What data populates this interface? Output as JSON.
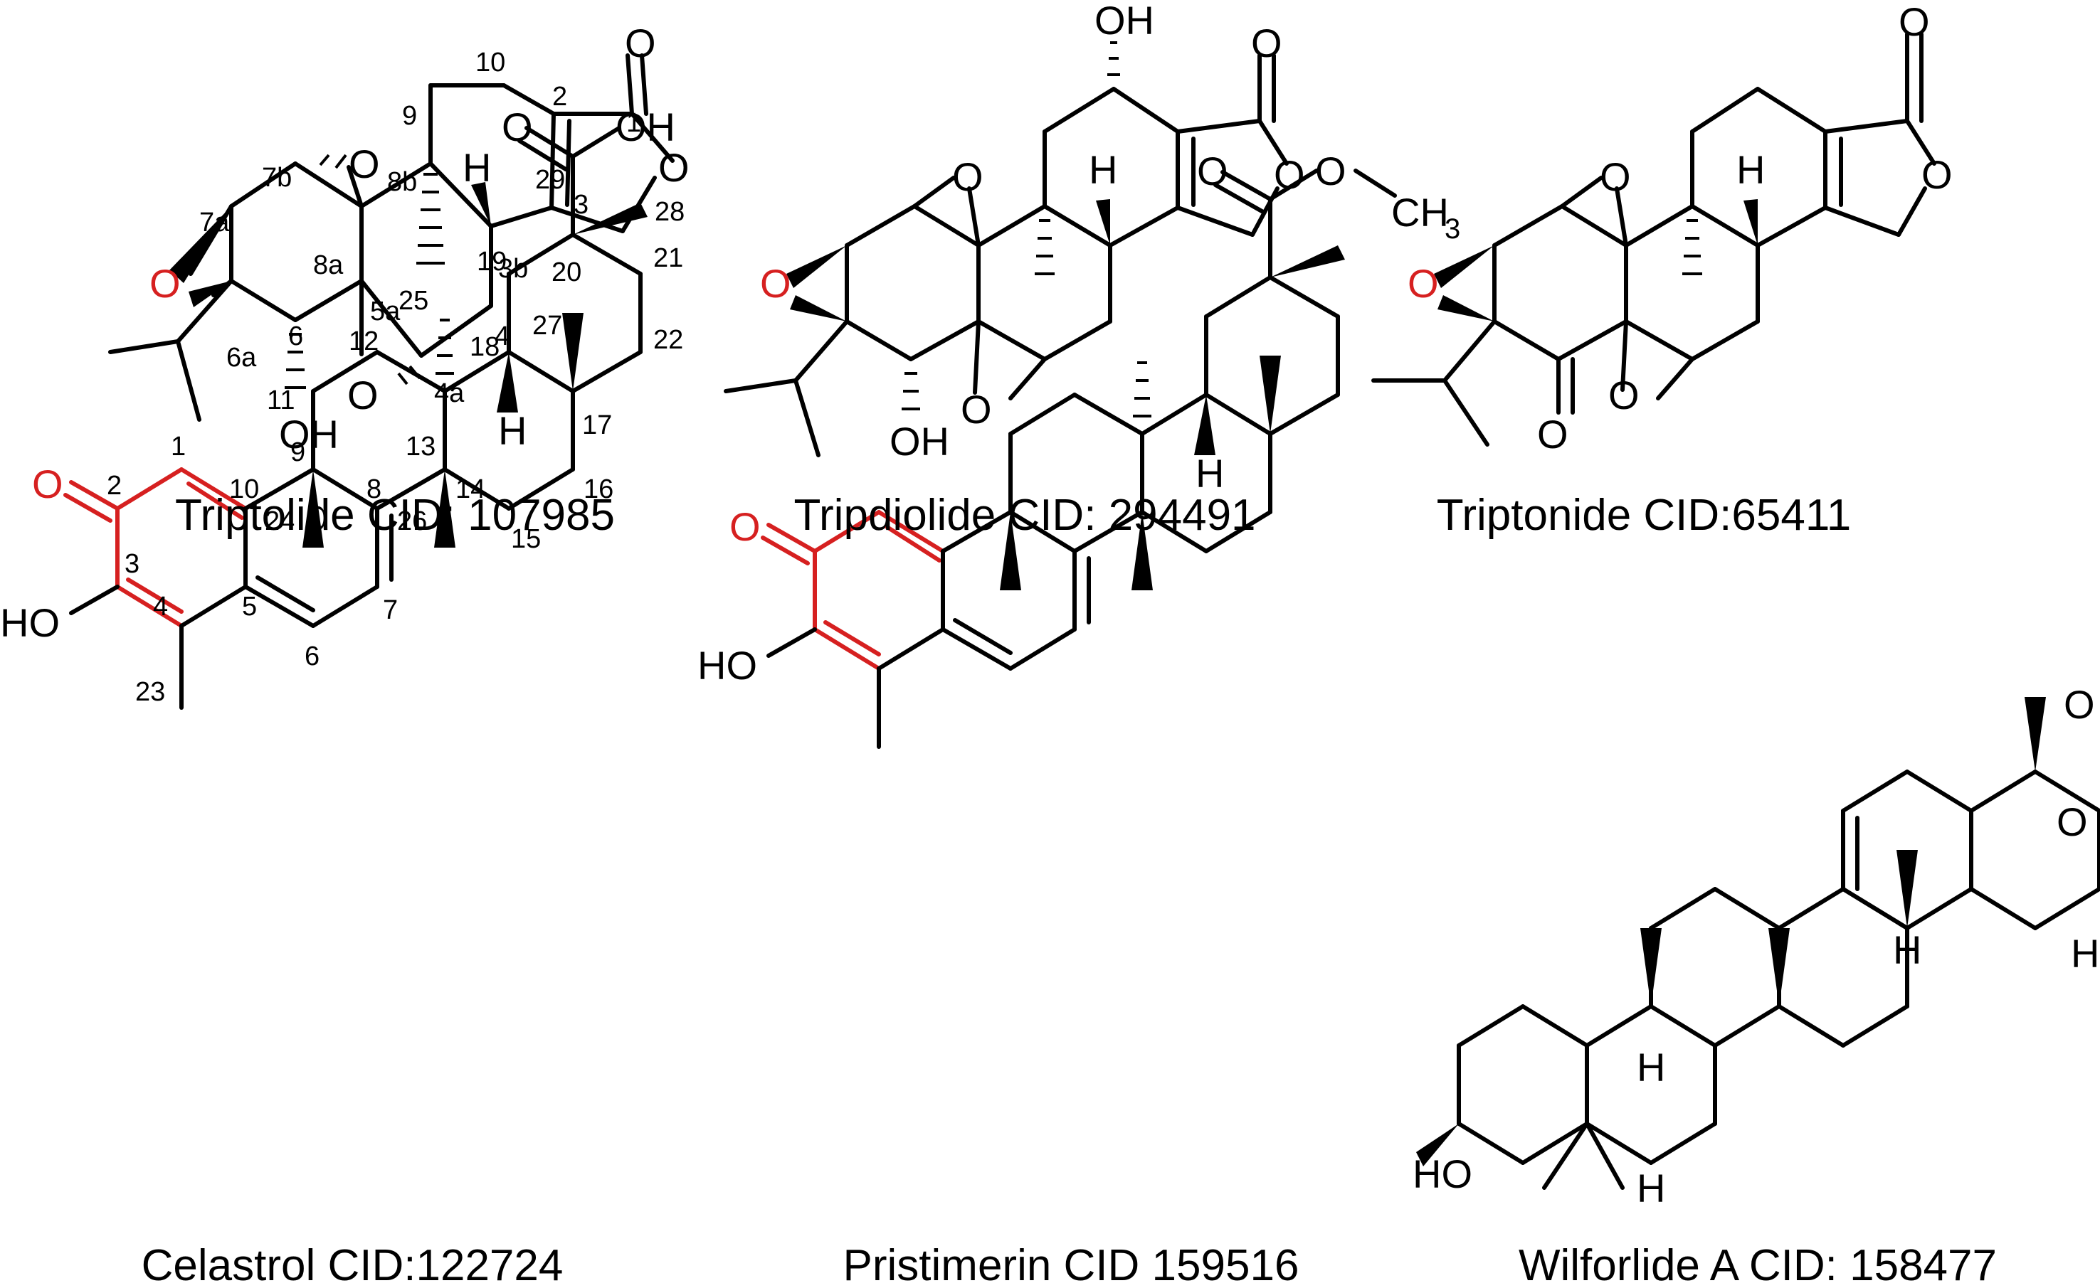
{
  "captions": {
    "triptolide": "Triptolide CID: 107985",
    "tripdiolide": "Tripdiolide CID: 294491",
    "triptonide": "Triptonide CID:65411",
    "celastrol": "Celastrol CID:122724",
    "pristimerin": "Pristimerin CID 159516",
    "wilforlide": "Wilforlide A CID: 158477"
  },
  "atoms": {
    "O": "O",
    "H": "H",
    "OH": "OH",
    "HO": "HO",
    "CH": "CH",
    "three": "3"
  },
  "triptolide_numbers": {
    "n1": "1",
    "n2": "2",
    "n3": "3",
    "n3b": "3b",
    "n4": "4",
    "n4a": "4a",
    "n5a": "5a",
    "n6": "6",
    "n6a": "6a",
    "n7a": "7a",
    "n7b": "7b",
    "n8a": "8a",
    "n8b": "8b",
    "n9": "9",
    "n10": "10"
  },
  "celastrol_numbers": {
    "n1": "1",
    "n2": "2",
    "n3": "3",
    "n4": "4",
    "n5": "5",
    "n6": "6",
    "n7": "7",
    "n8": "8",
    "n9": "9",
    "n10": "10",
    "n11": "11",
    "n12": "12",
    "n13": "13",
    "n14": "14",
    "n15": "15",
    "n16": "16",
    "n17": "17",
    "n18": "18",
    "n19": "19",
    "n20": "20",
    "n21": "21",
    "n22": "22",
    "n23": "23",
    "n24": "24",
    "n25": "25",
    "n26": "26",
    "n27": "27",
    "n28": "28",
    "n29": "29"
  },
  "colors": {
    "bond": "#000000",
    "highlight": "#d62020",
    "background": "#ffffff"
  }
}
